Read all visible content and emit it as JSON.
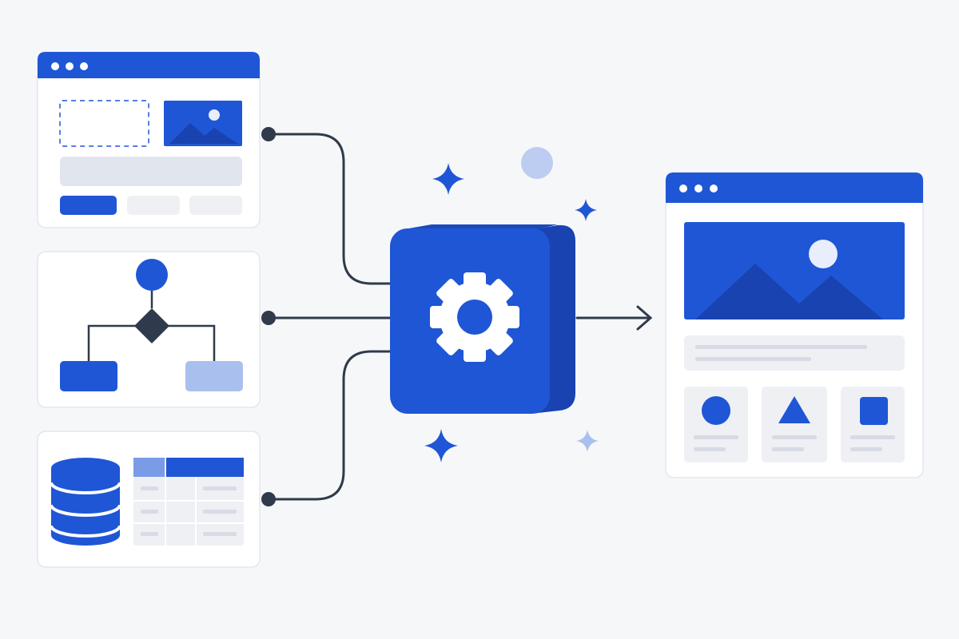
{
  "diagram": {
    "description_text": "",
    "colors": {
      "background": "#f6f7f9",
      "primary": "#1f56d6",
      "primary_dark": "#1843b0",
      "primary_light": "#a9c0ef",
      "card": "#ffffff",
      "card_border": "#e3e7ee",
      "placeholder": "#e1e5ee",
      "placeholder_light": "#eef0f4",
      "connector": "#2f3b4c"
    },
    "inputs": [
      {
        "kind": "ui-mockup",
        "icon": "browser-window-icon"
      },
      {
        "kind": "flowchart",
        "icon": "flowchart-icon"
      },
      {
        "kind": "database-table",
        "icon": "database-icon"
      }
    ],
    "processor": {
      "icon": "gear-icon",
      "decorations": [
        "sparkle-icon",
        "sparkle-icon",
        "sparkle-icon",
        "sparkle-icon",
        "bubble-icon"
      ]
    },
    "output": {
      "kind": "web-page",
      "icons": [
        "circle-icon",
        "triangle-icon",
        "square-icon"
      ]
    }
  }
}
